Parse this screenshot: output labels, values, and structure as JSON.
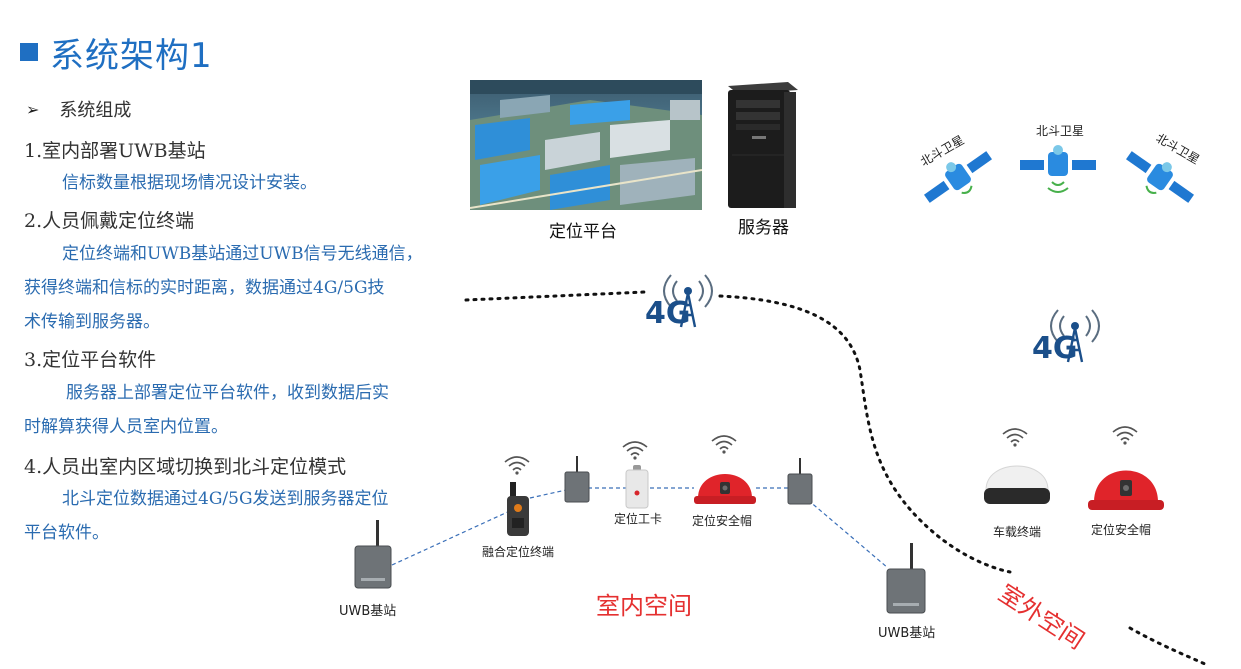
{
  "title": "系统架构1",
  "section_heading": "系统组成",
  "items": [
    {
      "title": "1.室内部署UWB基站",
      "desc": "信标数量根据现场情况设计安装。"
    },
    {
      "title": "2.人员佩戴定位终端",
      "desc_line1": "定位终端和UWB基站通过UWB信号无线通信，",
      "desc_line2": "获得终端和信标的实时距离，数据通过4G/5G技",
      "desc_line3": "术传输到服务器。"
    },
    {
      "title": "3.定位平台软件",
      "desc_line1": "服务器上部署定位平台软件，收到数据后实",
      "desc_line2": "时解算获得人员室内位置。"
    },
    {
      "title": "4.人员出室内区域切换到北斗定位模式",
      "desc_line1": "北斗定位数据通过4G/5G发送到服务器定位",
      "desc_line2": "平台软件。"
    }
  ],
  "diagram": {
    "platform_label": "定位平台",
    "server_label": "服务器",
    "satellite_labels": [
      "北斗卫星",
      "北斗卫星",
      "北斗卫星"
    ],
    "tower_label": "4G",
    "uwb_station_label": "UWB基站",
    "fusion_terminal_label": "融合定位终端",
    "work_card_label": "定位工卡",
    "helmet_label": "定位安全帽",
    "vehicle_terminal_label": "车载终端",
    "indoor_label": "室内空间",
    "outdoor_label": "室外空间"
  },
  "colors": {
    "accent": "#1f6fc2",
    "desc_text": "#2a6bb0",
    "space_label": "#e53030",
    "helmet": "#e0242a"
  }
}
